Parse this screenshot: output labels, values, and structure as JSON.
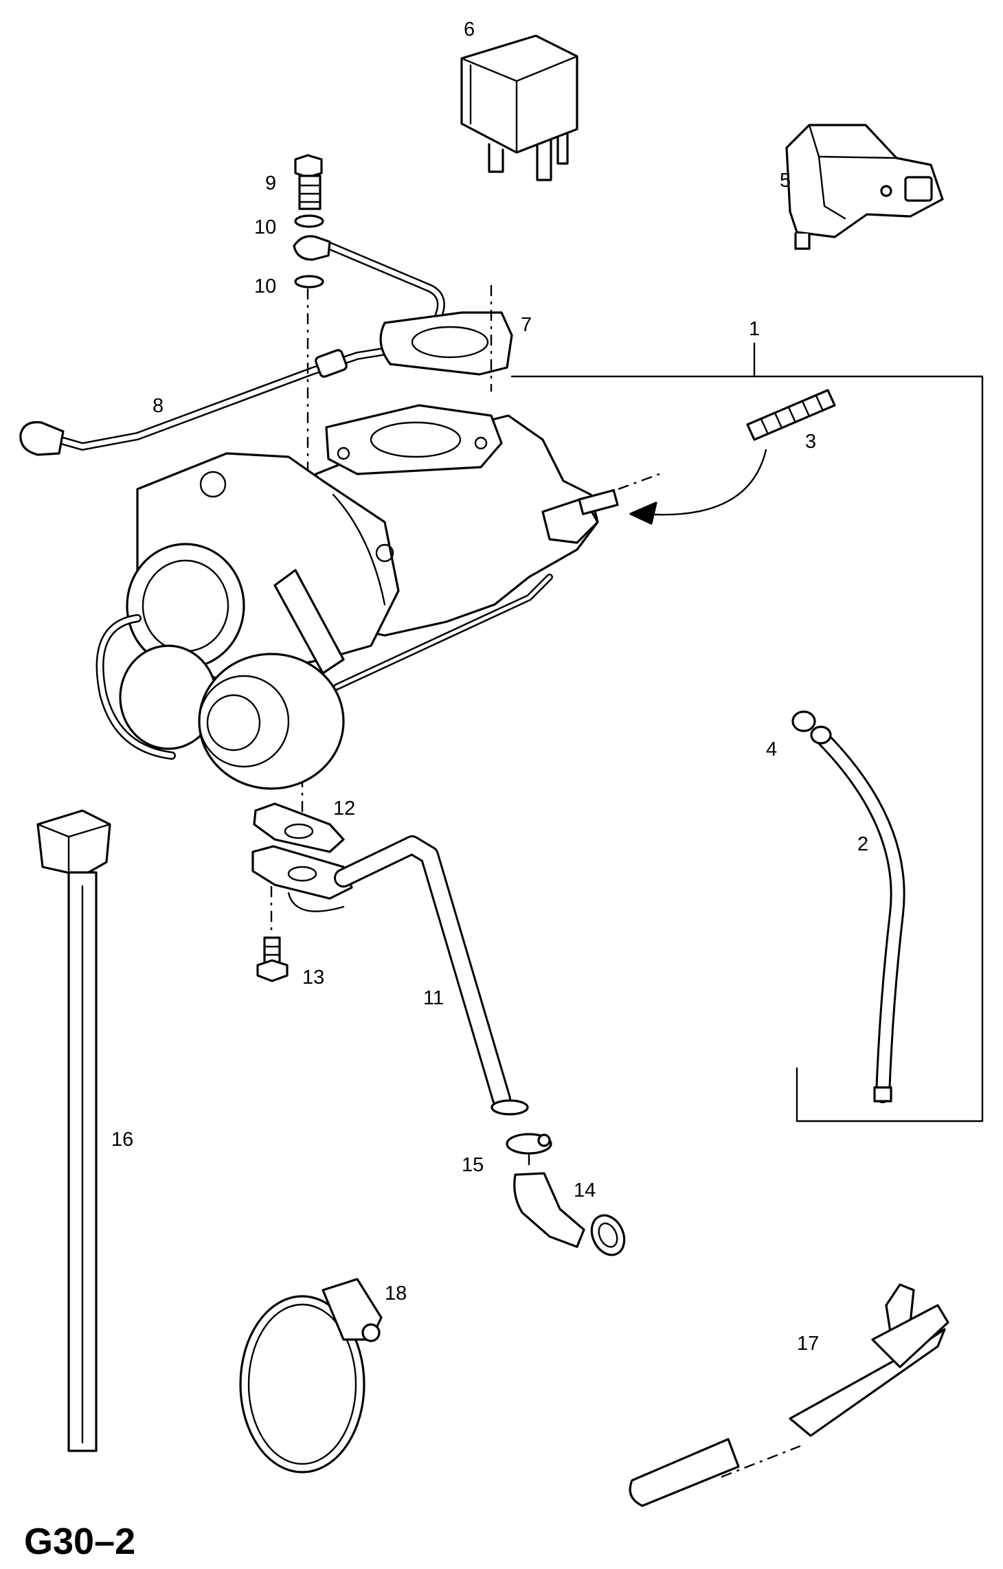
{
  "diagram": {
    "code": "G30–2",
    "callouts": [
      "1",
      "2",
      "3",
      "4",
      "5",
      "6",
      "7",
      "8",
      "9",
      "10",
      "10",
      "11",
      "12",
      "13",
      "14",
      "15",
      "16",
      "17",
      "18"
    ],
    "colors": {
      "line": "#000000",
      "background": "#ffffff"
    }
  }
}
